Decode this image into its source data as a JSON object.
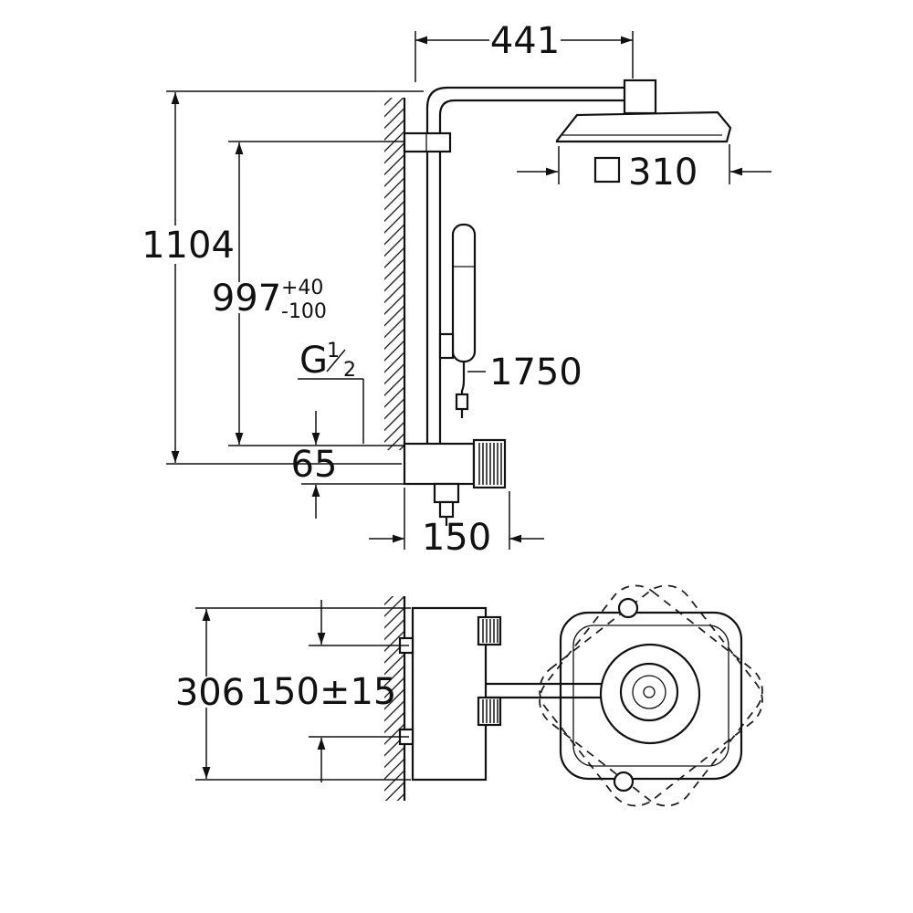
{
  "colors": {
    "line": "#111111",
    "background": "#ffffff"
  },
  "elevation": {
    "dim_top_width": "441",
    "dim_total_height": "1104",
    "dim_wall_bracket_height": "997",
    "tolerance_plus": "+40",
    "tolerance_minus": "-100",
    "thread": {
      "letter": "G",
      "numerator": "1",
      "denominator": "2"
    },
    "dim_valve_height": "65",
    "dim_hose_length": "1750",
    "dim_wall_clearance": "150",
    "dim_head_width": "310"
  },
  "plan": {
    "dim_depth": "306",
    "dim_supply_spacing": "150±15"
  }
}
